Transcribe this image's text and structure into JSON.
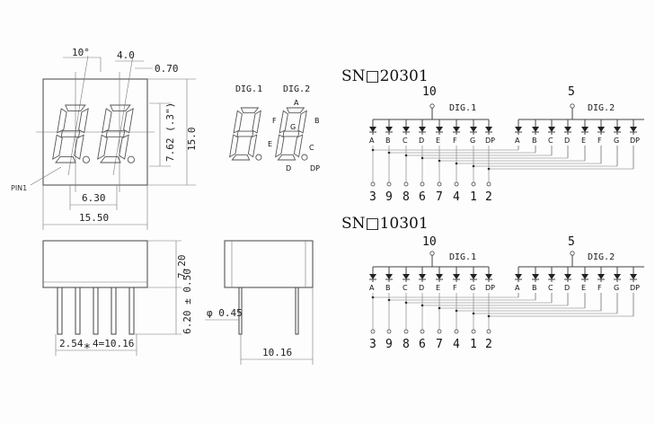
{
  "front_view": {
    "dims": {
      "angle": "10°",
      "digit_pitch": "4.0",
      "seg_width": "0.70",
      "digit_height": "7.62 (.3\")",
      "overall_height": "15.0",
      "dp_spacing": "6.30",
      "overall_width": "15.50"
    },
    "pin1_label": "PIN1"
  },
  "side_view": {
    "dims": {
      "body_height": "7.20",
      "pin_length": "6.20 ± 0.50",
      "pin_pitch": "2.54",
      "pin_pitch_total": "4=10.16",
      "pin_diameter": "φ 0.45",
      "end_width": "10.16"
    }
  },
  "segment_view": {
    "dig1_label": "DIG.1",
    "dig2_label": "DIG.2",
    "segment_letters": {
      "a": "A",
      "b": "B",
      "c": "C",
      "d": "D",
      "e": "E",
      "f": "F",
      "g": "G",
      "dp": "DP"
    }
  },
  "schematics": [
    {
      "model": "SN□20301",
      "common_pins": [
        "10",
        "5"
      ],
      "digit_labels": [
        "DIG.1",
        "DIG.2"
      ],
      "segments": [
        "A",
        "B",
        "C",
        "D",
        "E",
        "F",
        "G",
        "DP"
      ],
      "pins": [
        "3",
        "9",
        "8",
        "6",
        "7",
        "4",
        "1",
        "2"
      ]
    },
    {
      "model": "SN□10301",
      "common_pins": [
        "10",
        "5"
      ],
      "digit_labels": [
        "DIG.1",
        "DIG.2"
      ],
      "segments": [
        "A",
        "B",
        "C",
        "D",
        "E",
        "F",
        "G",
        "DP"
      ],
      "pins": [
        "3",
        "9",
        "8",
        "6",
        "7",
        "4",
        "1",
        "2"
      ]
    }
  ]
}
